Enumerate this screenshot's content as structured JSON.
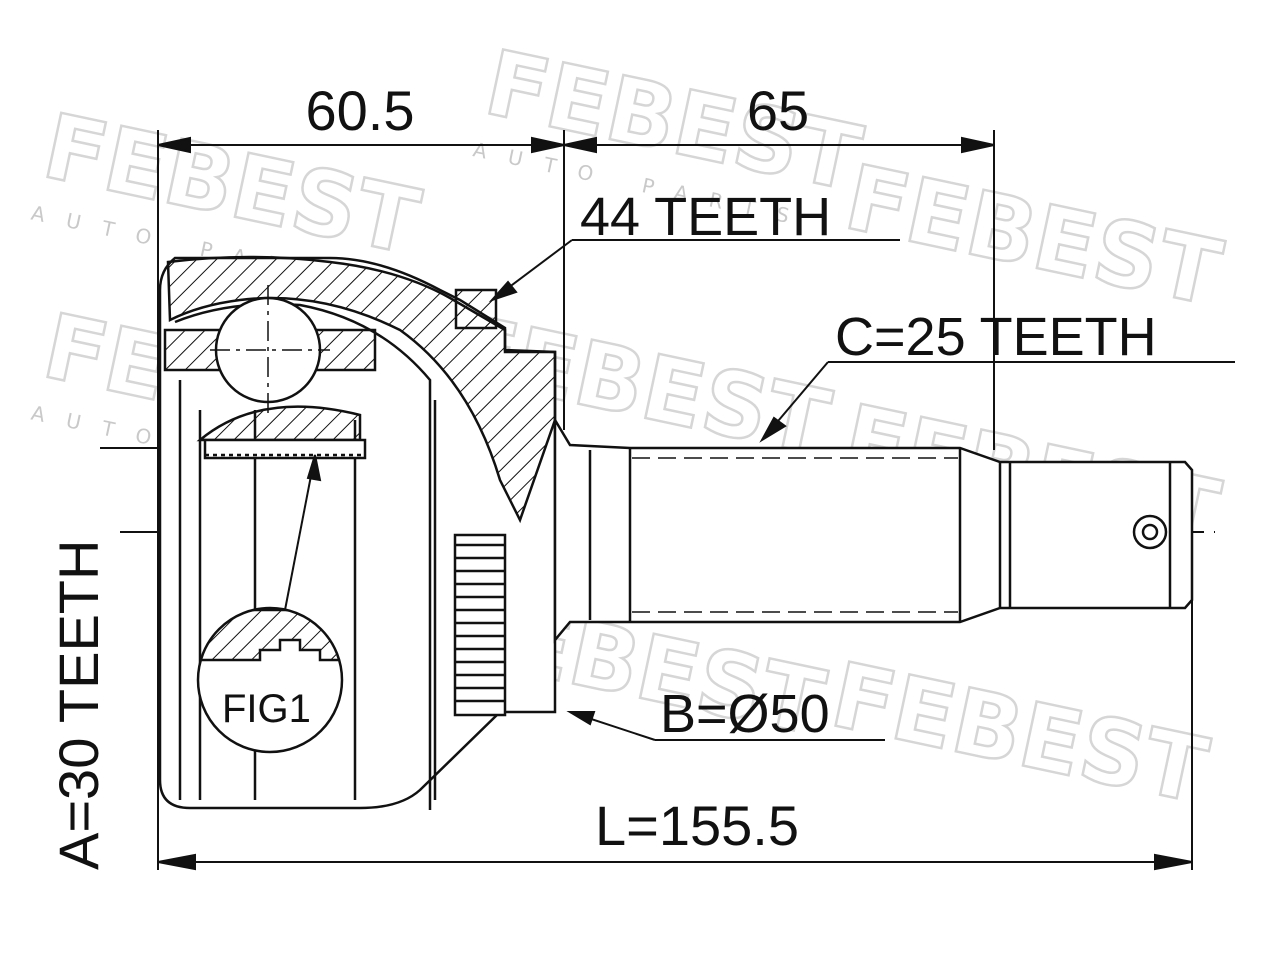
{
  "watermark": {
    "brand": "FEBEST",
    "tagline": "AUTO PARTS"
  },
  "labels": {
    "dim_top_left": "60.5",
    "dim_top_right": "65",
    "outer_teeth": "44 TEETH",
    "spline_c": "C=25 TEETH",
    "spline_a": "A=30 TEETH",
    "diameter_b": "B=Ø50",
    "length_l": "L=155.5",
    "fig": "FIG1"
  },
  "colors": {
    "line": "#111111",
    "watermark": "#d6d6d6"
  }
}
